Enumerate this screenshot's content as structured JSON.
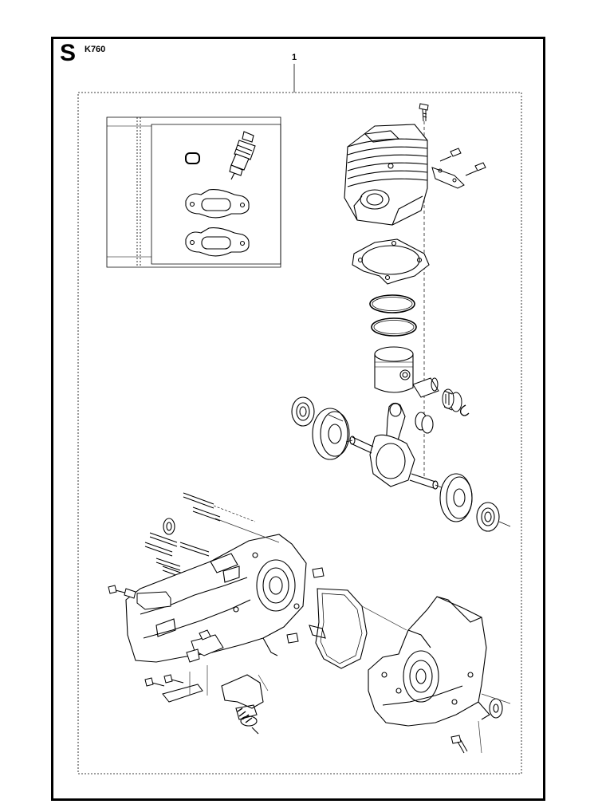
{
  "header": {
    "section_letter": "S",
    "model": "K760",
    "ref_number": "1"
  },
  "colors": {
    "line": "#000000",
    "background": "#ffffff",
    "leader": "#333333"
  }
}
